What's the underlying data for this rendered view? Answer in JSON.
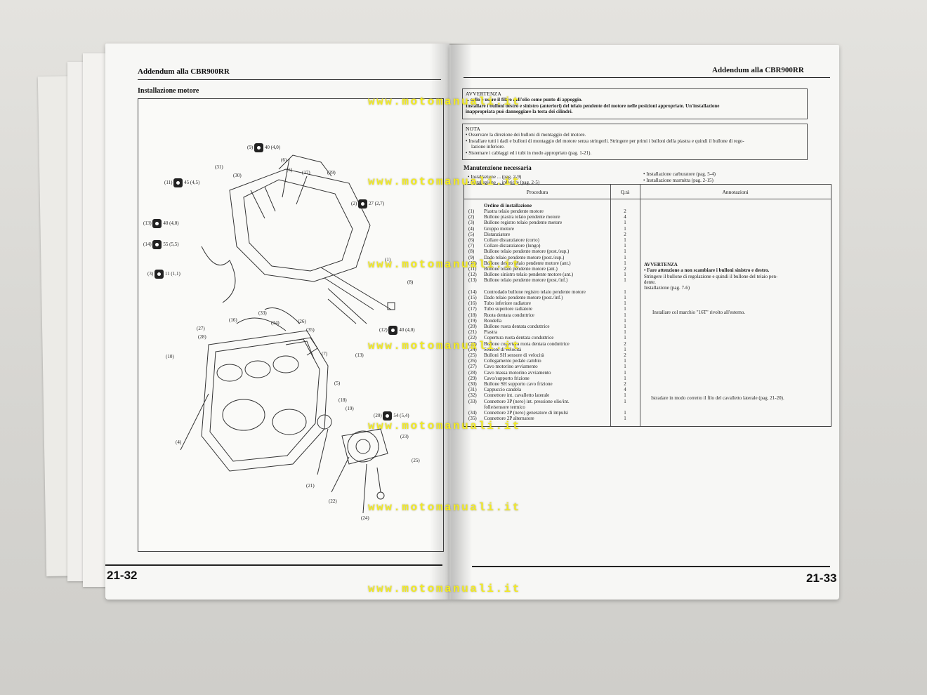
{
  "left_page": {
    "header": "Addendum alla CBR900RR",
    "section_title": "Installazione motore",
    "page_number": "21-32",
    "callouts": [
      "(9)",
      "40 (4,0)",
      "(6)",
      "(5)",
      "(17)",
      "(29)",
      "(31)",
      "(30)",
      "(11)",
      "45 (4,5)",
      "(13)",
      "40 (4,0)",
      "(14)",
      "55 (5,5)",
      "(3)",
      "11 (1,1)",
      "(2)",
      "27 (2,7)",
      "(1)",
      "(8)",
      "(12)",
      "40 (4,0)",
      "(28)",
      "(33)",
      "(34)",
      "(26)",
      "(16)",
      "(27)",
      "(35)",
      "(7)",
      "(10)",
      "(13)",
      "(5)",
      "(18)",
      "(19)",
      "(20)",
      "54 (5,4)",
      "(23)",
      "(25)",
      "(4)",
      "(21)",
      "(22)",
      "(24)"
    ]
  },
  "right_page": {
    "header": "Addendum alla CBR900RR",
    "page_number": "21-33",
    "avvertenza_box": {
      "title": "AVVERTENZA",
      "lines": [
        "... sollo e usare il filtro dell'olio come punto di appoggio.",
        "Installare i bulloni destro e sinistro (anteriori) del telaio pendente del motore nelle posizioni appropriate. Un'installazione",
        "inappropriata può danneggiare la testa dei cilindri."
      ]
    },
    "nota_box": {
      "title": "NOTA",
      "lines": [
        "Osservare la direzione dei bulloni di montaggio del motore.",
        "Installare tutti i dadi e bulloni di montaggio del motore senza stringerli. Stringere per primi i bulloni della piastra e quindi il bullone di rego-",
        "lazione inferiore.",
        "Sistemare i cablaggi ed i tubi in modo appropriato (pag. 1-21)."
      ]
    },
    "manutenzione": {
      "title": "Manutenzione necessaria",
      "left_items": [
        "Installazione ... (pag. 2-9)",
        "Installazione ... inferiore (pag. 2-5)"
      ],
      "right_items": [
        "Installazione carburatore (pag. 5-4)",
        "Installazione marmitta (pag. 2-15)"
      ]
    },
    "table": {
      "headers": {
        "procedura": "Procedura",
        "qta": "Q.tà",
        "annotazioni": "Annotazioni"
      },
      "order_title": "Ordine di installazione",
      "rows": [
        {
          "n": "(1)",
          "t": "Piastra telaio pendente motore",
          "q": "2"
        },
        {
          "n": "(2)",
          "t": "Bullone piastra telaio pendente motore",
          "q": "4"
        },
        {
          "n": "(3)",
          "t": "Bullone registro telaio pendente motore",
          "q": "1"
        },
        {
          "n": "(4)",
          "t": "Gruppo motore",
          "q": "1"
        },
        {
          "n": "(5)",
          "t": "Distanziatore",
          "q": "2"
        },
        {
          "n": "(6)",
          "t": "Collare distanziatore (corto)",
          "q": "1"
        },
        {
          "n": "(7)",
          "t": "Collare distanziatore (lungo)",
          "q": "1"
        },
        {
          "n": "(8)",
          "t": "Bullone telaio pendente motore (post./sup.)",
          "q": "1"
        },
        {
          "n": "(9)",
          "t": "Dado telaio pendente motore (post./sup.)",
          "q": "1"
        },
        {
          "n": "(10)",
          "t": "Bullone destro telaio pendente motore (ant.)",
          "q": "1"
        },
        {
          "n": "(11)",
          "t": "Bullone telaio pendente motore (ant.)",
          "q": "2"
        },
        {
          "n": "(12)",
          "t": "Bullone sinistro telaio pendente motore (ant.)",
          "q": "1"
        },
        {
          "n": "(13)",
          "t": "Bullone telaio pendente motore (post./inf.)",
          "q": "1"
        },
        {
          "n": "",
          "t": "",
          "q": ""
        },
        {
          "n": "(14)",
          "t": "Controdado bullone registro telaio pendente motore",
          "q": "1"
        },
        {
          "n": "(15)",
          "t": "Dado telaio pendente motore (post./inf.)",
          "q": "1"
        },
        {
          "n": "(16)",
          "t": "Tubo inferiore radiatore",
          "q": "1"
        },
        {
          "n": "(17)",
          "t": "Tubo superiore radiatore",
          "q": "1"
        },
        {
          "n": "(18)",
          "t": "Ruota dentata conduttrice",
          "q": "1"
        },
        {
          "n": "(19)",
          "t": "Rondella",
          "q": "1"
        },
        {
          "n": "(20)",
          "t": "Bullone ruota dentata conduttrice",
          "q": "1"
        },
        {
          "n": "(21)",
          "t": "Piastra",
          "q": "1"
        },
        {
          "n": "(22)",
          "t": "Copertura ruota dentata conduttrice",
          "q": "1"
        },
        {
          "n": "(23)",
          "t": "Bullone copertura ruota dentata conduttrice",
          "q": "2"
        },
        {
          "n": "(24)",
          "t": "Sensore di velocità",
          "q": "1"
        },
        {
          "n": "(25)",
          "t": "Bulloni SH sensore di velocità",
          "q": "2"
        },
        {
          "n": "(26)",
          "t": "Collegamento pedale cambio",
          "q": "1"
        },
        {
          "n": "(27)",
          "t": "Cavo motorino avviamento",
          "q": "1"
        },
        {
          "n": "(28)",
          "t": "Cavo massa motorino avviamento",
          "q": "1"
        },
        {
          "n": "(29)",
          "t": "Cavo/supporto frizione",
          "q": "1"
        },
        {
          "n": "(30)",
          "t": "Bullone SH supporto cavo frizione",
          "q": "2"
        },
        {
          "n": "(31)",
          "t": "Cappuccio candela",
          "q": "4"
        },
        {
          "n": "(32)",
          "t": "Connettore int. cavalletto laterale",
          "q": "1"
        },
        {
          "n": "(33)",
          "t": "Connettore 3P (nero) int. pressione olio/int.",
          "q": "1"
        },
        {
          "n": "",
          "t": "folle/sensore termico",
          "q": ""
        },
        {
          "n": "(34)",
          "t": "Connettore 2P (nero) generatore di impulsi",
          "q": "1"
        },
        {
          "n": "(35)",
          "t": "Connettore 2P alternatore",
          "q": "1"
        }
      ],
      "annotations": {
        "avvertenza_title": "AVVERTENZA",
        "avvertenza_bold": "• Fare attenzione a non scambiare i bulloni sinistro e destro.",
        "stringere_1": "Stringere il bullone di regolazione e quindi il bullone del telaio pen-",
        "stringere_2": "dente.",
        "install_ref": "Installazione (pag. 7-6)",
        "marchio": "Installare col marchio \"16T\" rivolto all'esterno.",
        "istradare": "Istradare in modo corretto il filo del cavalletto laterale (pag. 21-20)."
      }
    }
  },
  "watermark": "www.motomanuali.it",
  "colors": {
    "watermark": "#f2ea22",
    "paper": "#f7f7f5",
    "ink": "#111111",
    "background": "#d9d8d4"
  }
}
